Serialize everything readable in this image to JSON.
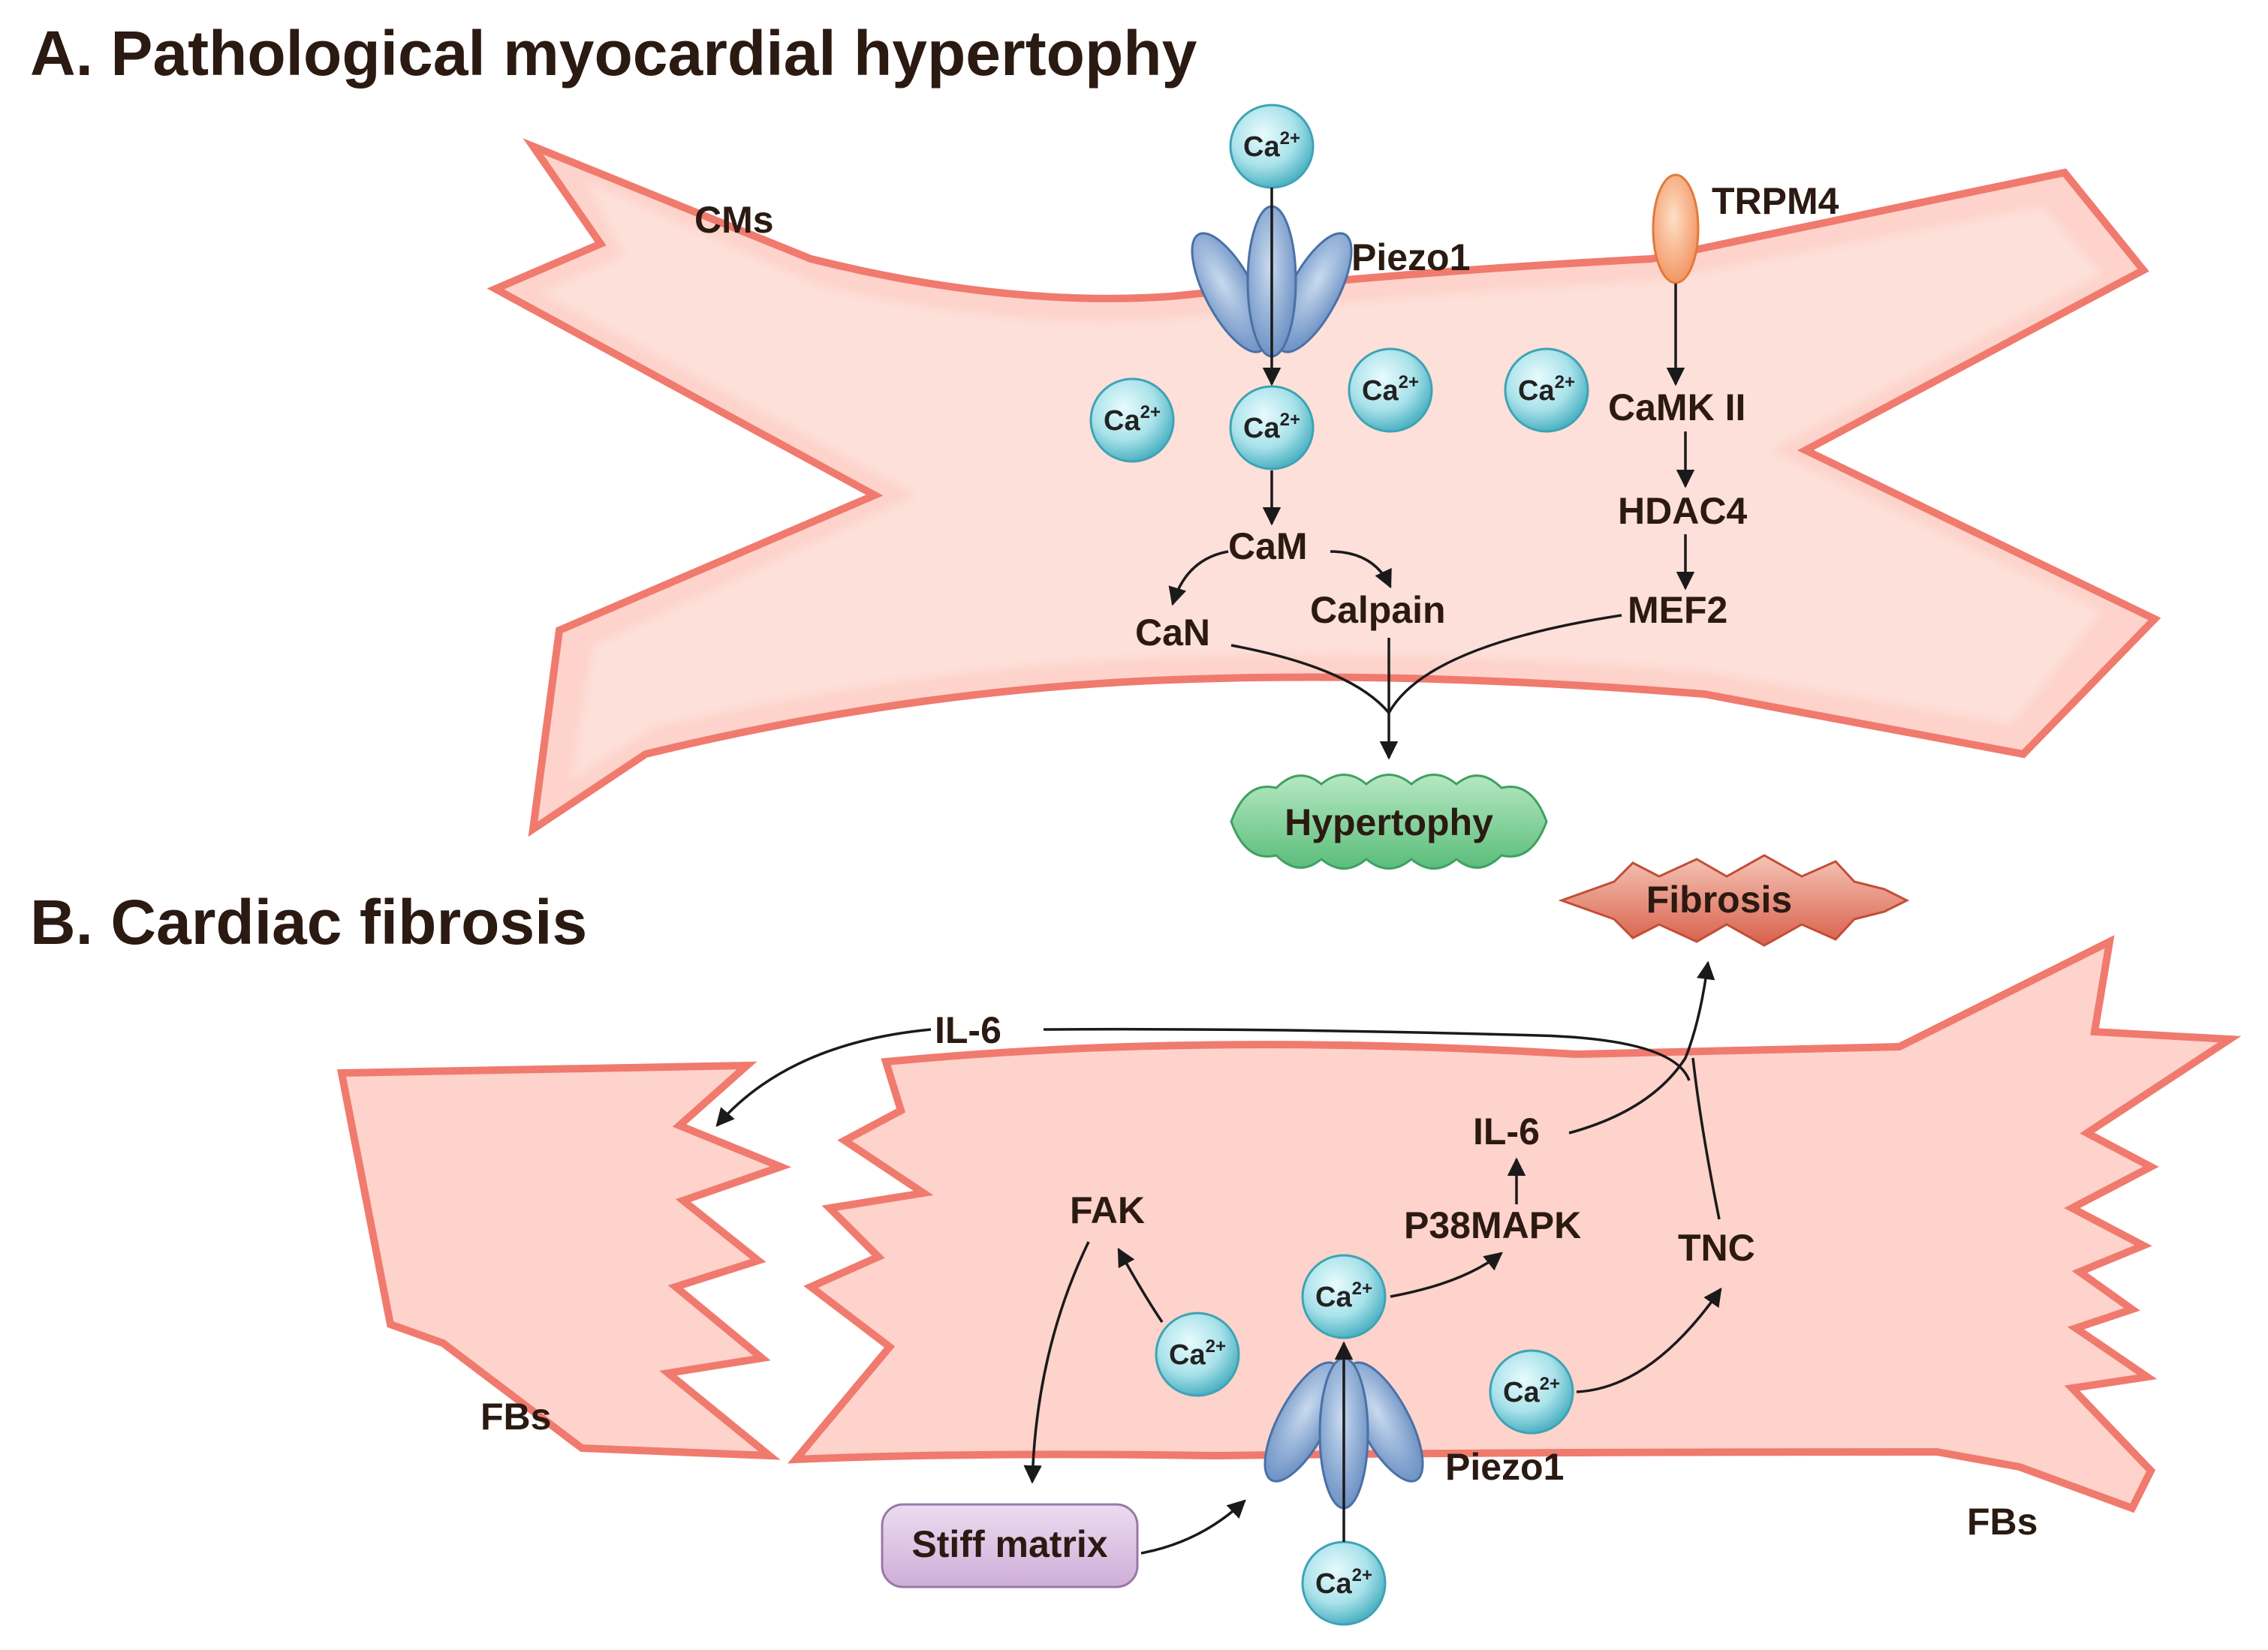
{
  "panel_a": {
    "title": "A. Pathological myocardial hypertophy",
    "cell_label": "CMs",
    "channel_label": "Piezo1",
    "trpm4_label": "TRPM4",
    "camk_label": "CaMK II",
    "hdac_label": "HDAC4",
    "mef_label": "MEF2",
    "cam_label": "CaM",
    "can_label": "CaN",
    "calpain_label": "Calpain",
    "outcome_label": "Hypertophy"
  },
  "panel_b": {
    "title": "B. Cardiac fibrosis",
    "outcome_label": "Fibrosis",
    "il6_top_label": "IL-6",
    "il6_label": "IL-6",
    "p38_label": "P38MAPK",
    "tnc_label": "TNC",
    "fak_label": "FAK",
    "channel_label": "Piezo1",
    "stiff_label": "Stiff matrix",
    "fb_left_label": "FBs",
    "fb_right_label": "FBs"
  },
  "ion": {
    "base": "Ca",
    "charge": "2+"
  },
  "colors": {
    "cell_fill": "#fdd3cb",
    "cell_edge": "#f07a6e",
    "ca_fill": "#a9e2ea",
    "piezo_fill": "#8fb0d8",
    "trpm4_fill": "#f9a77c",
    "hypertrophy_fill": "#7fcf96",
    "fibrosis_fill": "#e07a66",
    "stiff_fill": "#ddc4e4"
  }
}
